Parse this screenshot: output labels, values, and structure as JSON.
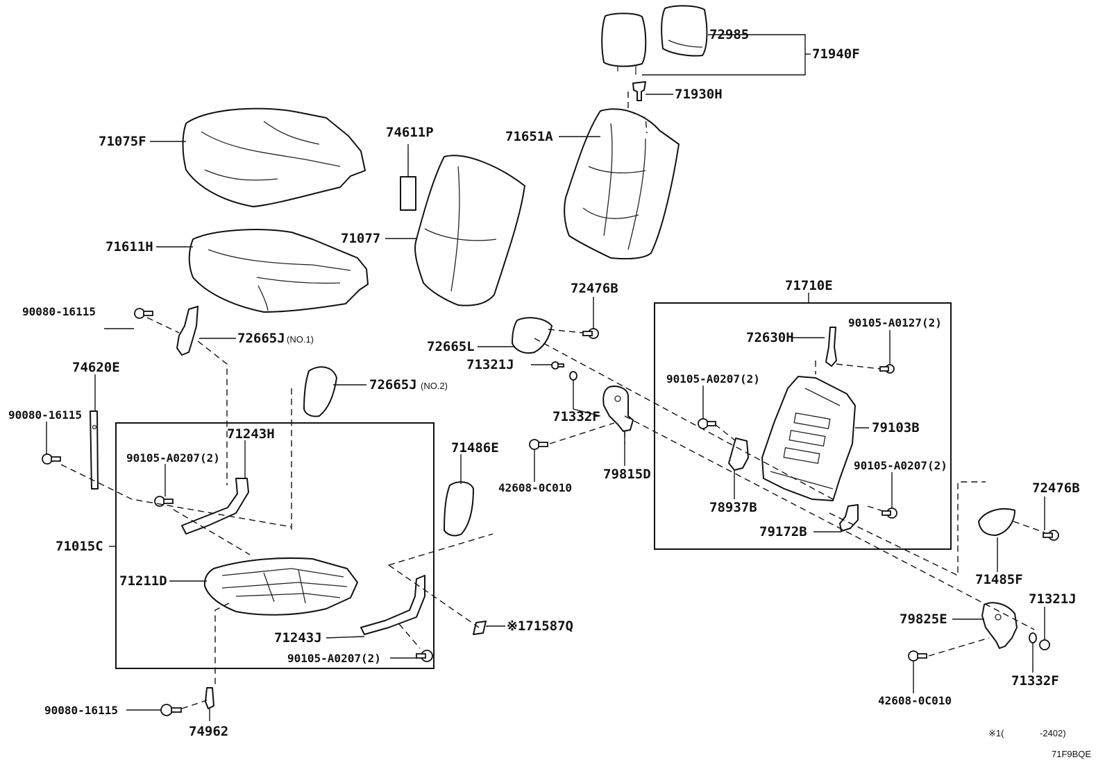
{
  "labels": {
    "p72985": "72985",
    "p71940F": "71940F",
    "p71930H": "71930H",
    "p71651A": "71651A",
    "p71075F": "71075F",
    "p74611P": "74611P",
    "p71611H": "71611H",
    "p71077": "71077",
    "p72476B_a": "72476B",
    "p71710E": "71710E",
    "p90080_a": "90080-16115",
    "p72665J_1": "72665J",
    "p72665J_1_note": "(NO.1)",
    "p72665L": "72665L",
    "p72630H": "72630H",
    "p90105_A0127": "90105-A0127(2)",
    "p71321J_a": "71321J",
    "p74620E": "74620E",
    "p72665J_2": "72665J",
    "p72665J_2_note": "(NO.2)",
    "p90105_A0207_a": "90105-A0207(2)",
    "p90080_b": "90080-16115",
    "p71332F_a": "71332F",
    "p71243H": "71243H",
    "p79103B": "79103B",
    "p90105_A0207_b": "90105-A0207(2)",
    "p71486E": "71486E",
    "p90105_A0207_c": "90105-A0207(2)",
    "p42608_a": "42608-0C010",
    "p79815D": "79815D",
    "p72476B_b": "72476B",
    "p78937B": "78937B",
    "p79172B": "79172B",
    "p71015C": "71015C",
    "p71211D": "71211D",
    "p71485F": "71485F",
    "p71321J_b": "71321J",
    "p79825E": "79825E",
    "p171587Q": "※171587Q",
    "p71243J": "71243J",
    "p90105_A0207_d": "90105-A0207(2)",
    "p42608_b": "42608-0C010",
    "p71332F_b": "71332F",
    "p90080_c": "90080-16115",
    "p74962": "74962"
  },
  "footnote": {
    "marker": "※1(",
    "range": "-2402)"
  },
  "illustration_code": "71F9BQE"
}
